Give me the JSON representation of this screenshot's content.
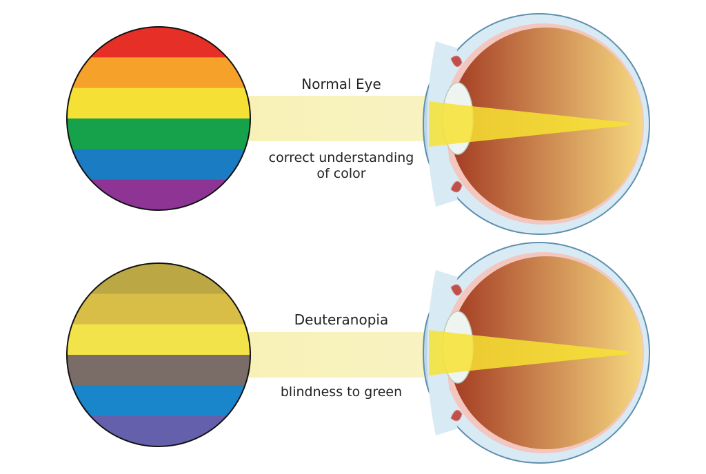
{
  "panels": [
    {
      "id": "normal",
      "title": "Normal Eye",
      "caption_lines": [
        "correct understanding",
        "of color"
      ],
      "stripe_colors": [
        "#e63027",
        "#f5a12a",
        "#f5e135",
        "#16a24a",
        "#1a7cc2",
        "#8d3495"
      ]
    },
    {
      "id": "deuteranopia",
      "title": "Deuteranopia",
      "caption_lines": [
        "blindness to green"
      ],
      "stripe_colors": [
        "#bba844",
        "#d8bd47",
        "#f3e34a",
        "#7a6d67",
        "#1985cb",
        "#6460ab"
      ]
    }
  ],
  "colors": {
    "beam": "#f6eeaa",
    "beam_core": "#f7e233",
    "eye_sclera": "#d8eaf4",
    "eye_outline": "#5f8fae",
    "eye_interior_left": "#a33a22",
    "eye_interior_right": "#f6d880",
    "lens": "#eef5f0",
    "retina_edge": "#f3c7bf"
  }
}
